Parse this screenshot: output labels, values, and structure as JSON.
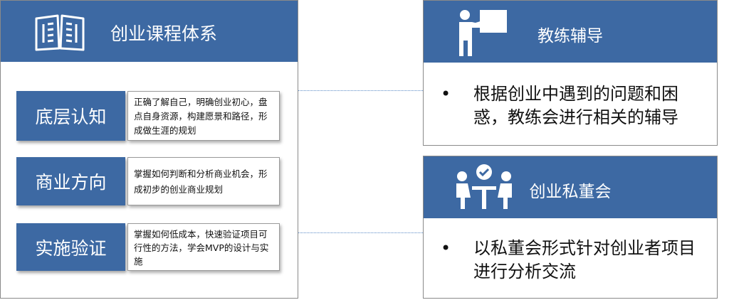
{
  "left": {
    "title": "创业课程体系",
    "rows": [
      {
        "label": "底层认知",
        "desc": "正确了解自己，明确创业初心，盘点自身资源，构建愿景和路径，形成做生涯的规划"
      },
      {
        "label": "商业方向",
        "desc": "掌握如何判断和分析商业机会，形成初步的创业商业规划"
      },
      {
        "label": "实施验证",
        "desc": "掌握如何低成本，快速验证项目可行性的方法，学会MVP的设计与实施"
      }
    ]
  },
  "right": [
    {
      "title": "教练辅导",
      "bullet": "•",
      "text": "根据创业中遇到的问题和困惑，教练会进行相关的辅导"
    },
    {
      "title": "创业私董会",
      "bullet": "•",
      "text": "以私董会形式针对创业者项目进行分析交流"
    }
  ],
  "colors": {
    "accent": "#3d69a3",
    "line": "#5a8ac6"
  }
}
